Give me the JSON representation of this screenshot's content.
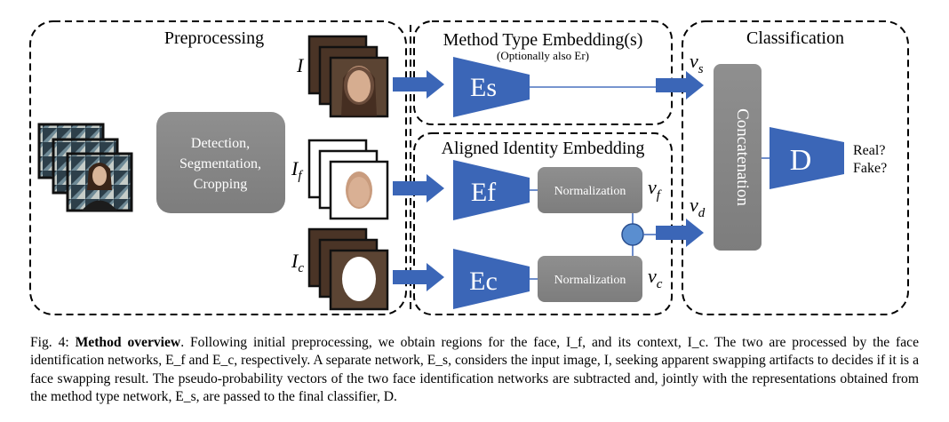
{
  "sections": {
    "preprocessing": "Preprocessing",
    "method_type": "Method Type Embedding(s)",
    "method_type_note": "(Optionally also Er)",
    "aligned_identity": "Aligned Identity Embedding",
    "classification": "Classification"
  },
  "boxes": {
    "detection_lines": [
      "Detection,",
      "Segmentation,",
      "Cropping"
    ],
    "normalization": "Normalization",
    "concatenation": "Concatenation"
  },
  "encoders": {
    "es": "Es",
    "ef": "Ef",
    "ec": "Ec",
    "d": "D"
  },
  "inputs": {
    "i": "I",
    "if": "If",
    "ic": "Ic"
  },
  "vectors": {
    "vs": "vs",
    "vf": "vf",
    "vc": "vc",
    "vd": "vd"
  },
  "outputs": {
    "real": "Real?",
    "fake": "Fake?"
  },
  "caption": {
    "fig_label": "Fig. 4:",
    "title": "Method overview",
    "body": ". Following initial preprocessing, we obtain regions for the face, I_f, and its context, I_c. The two are processed by the face identification networks, E_f and E_c, respectively. A separate network, E_s, considers the input image, I, seeking apparent swapping artifacts to decides if it is a face swapping result. The pseudo-probability vectors of the two face identification networks are subtracted and, jointly with the representations obtained from the method type network, E_s, are passed to the final classifier, D."
  },
  "colors": {
    "blue": "#3b66b7",
    "grey_box": "#8c8c8c",
    "line_blue": "#4a72bf"
  }
}
